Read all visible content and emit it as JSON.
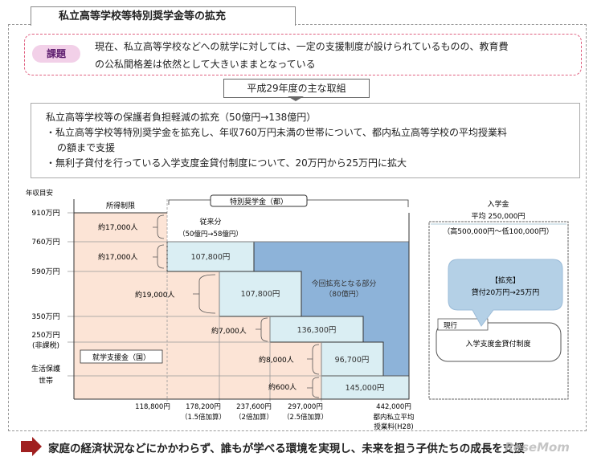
{
  "title": "私立高等学校等特別奨学金等の拡充",
  "issue": {
    "label": "課題",
    "line1": "現在、私立高等学校などへの就学に対しては、一定の支援制度が設けられているものの、教育費",
    "line2": "の公私間格差は依然として大きいままとなっている"
  },
  "banner": "平成29年度の主な取組",
  "measures": {
    "heading": "私立高等学校等の保護者負担軽減の拡充（50億円→138億円）",
    "item1a": "・私立高等学校等特別奨学金を拡充し、年収760万円未満の世帯について、都内私立高等学校の平均授業料",
    "item1b": "の額まで支援",
    "item2": "・無利子貸付を行っている入学支度金貸付制度について、20万円から25万円に拡大"
  },
  "chart": {
    "y_title": "年収目安",
    "y_labels": [
      "910万円",
      "760万円",
      "590万円",
      "350万円",
      "250万円",
      "(非課税)",
      "生活保護",
      "世帯"
    ],
    "header_income_limit": "所得制限",
    "header_scholarship": "特別奨学金（都）",
    "previous_label": "従来分",
    "previous_amount": "（50億円→58億円）",
    "people": [
      "約17,000人",
      "約17,000人",
      "約19,000人",
      "約7,000人",
      "約8,000人",
      "約600人"
    ],
    "amounts": [
      "107,800円",
      "107,800円",
      "136,300円",
      "96,700円",
      "145,000円"
    ],
    "expansion_label": "今回拡充となる部分",
    "expansion_amount": "（80億円）",
    "national_aid": "就学支援金（国）",
    "x_labels": [
      "118,800円",
      "178,200円",
      "237,600円",
      "297,000円",
      "442,000円"
    ],
    "x_sublabels": [
      "（1.5倍加算）",
      "（2倍加算）",
      "（2.5倍加算）",
      "都内私立平均",
      "授業料(H28)"
    ]
  },
  "admission": {
    "title": "入学金",
    "average": "平均 250,000円",
    "range": "（高500,000円～低100,000円）",
    "expand_label": "【拡充】",
    "expand_text": "貸付20万円→25万円",
    "current_label": "現行",
    "system_name": "入学支度金貸付制度"
  },
  "footer": "家庭の経済状況などにかかわらず、誰もが学べる環境を実現し、未来を担う子供たちの成長を支援",
  "logo": "ReseMom",
  "colors": {
    "peach": "#fce4d6",
    "light_blue": "#daeef3",
    "dark_blue": "#8db3d9",
    "accent_red": "#a02020"
  }
}
